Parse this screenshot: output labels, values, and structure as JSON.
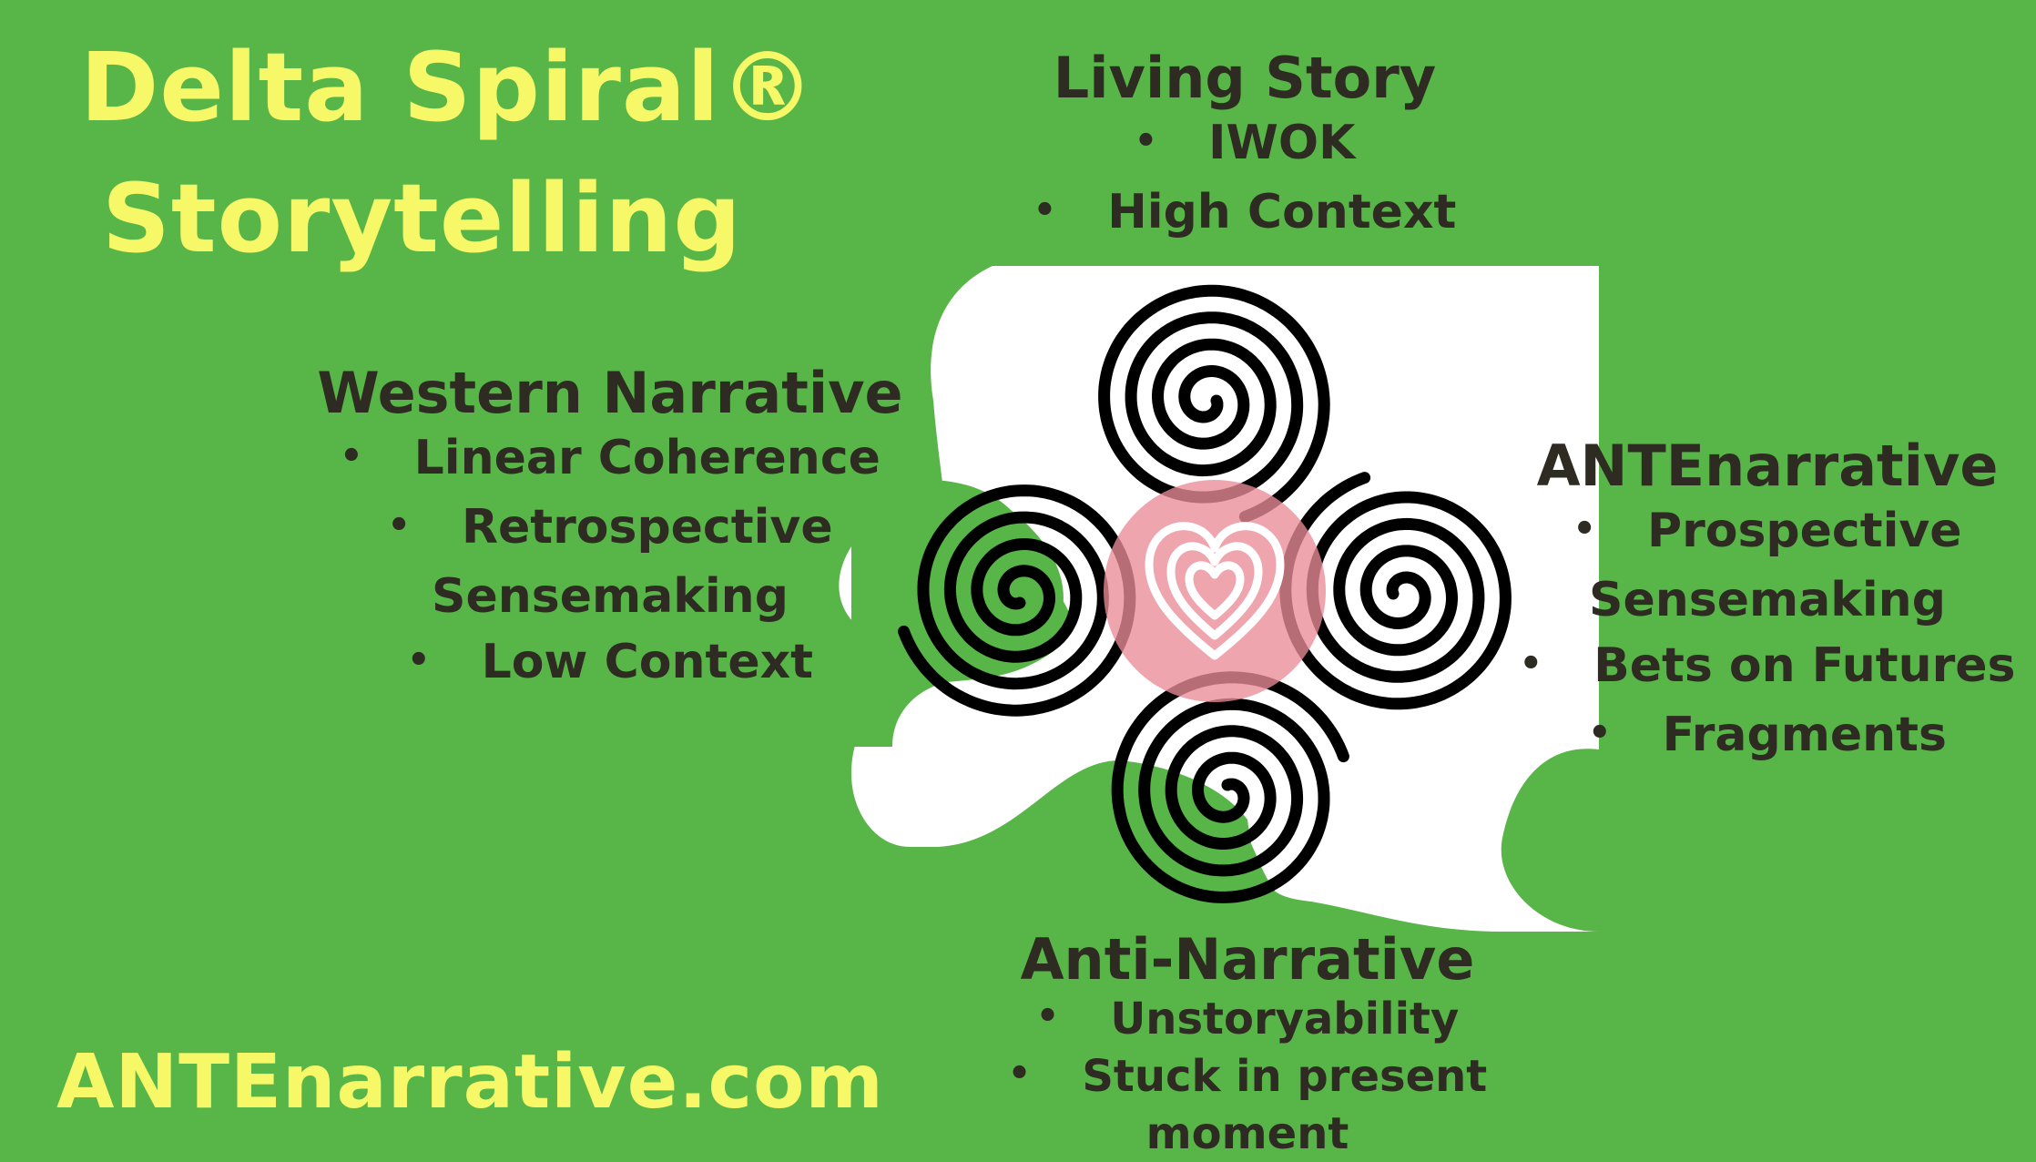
{
  "title": {
    "line1": "Delta Spiral®",
    "line2": "Storytelling"
  },
  "website": "ANTEnarrative.com",
  "colors": {
    "background": "#58b548",
    "title_text": "#f6f868",
    "body_text": "#2e2b22",
    "spiral": "#000000",
    "heart_glow": "#e98c97",
    "puzzle_piece": "#ffffff"
  },
  "living_story": {
    "heading": "Living Story",
    "items": [
      "IWOK",
      "High Context"
    ]
  },
  "western_narrative": {
    "heading": "Western Narrative",
    "items": [
      "Linear Coherence",
      "Retrospective",
      "Sensemaking",
      "Low Context"
    ]
  },
  "antenarrative": {
    "heading": "ANTEnarrative",
    "items": [
      "Prospective",
      "Sensemaking",
      "Bets on Futures",
      "Fragments"
    ]
  },
  "anti_narrative": {
    "heading": "Anti-Narrative",
    "items": [
      "Unstoryability",
      "Stuck in present",
      "moment"
    ]
  },
  "icons": {
    "center": "heart-icon",
    "spirals": "spiral-icon",
    "piece": "puzzle-piece-icon"
  }
}
